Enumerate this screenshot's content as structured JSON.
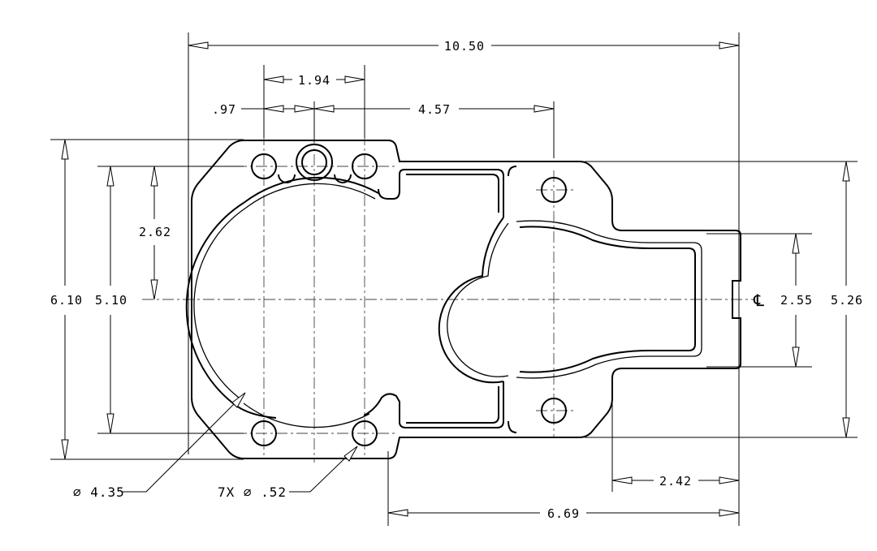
{
  "drawing": {
    "dimensions": {
      "overall_length": "10.50",
      "hole_pitch_top": "1.94",
      "hole_offset_small": ".97",
      "hole_to_mount": "4.57",
      "overall_height": "6.10",
      "hole_pattern_height": "5.10",
      "half_pattern_height": "2.62",
      "tab_width": "2.55",
      "right_height": "5.26",
      "tab_length": "2.42",
      "body_to_end": "6.69"
    },
    "callouts": {
      "bore_diameter": "∅ 4.35",
      "hole_diameter": "7X ∅ .52",
      "centerline_symbol": "℄"
    }
  }
}
